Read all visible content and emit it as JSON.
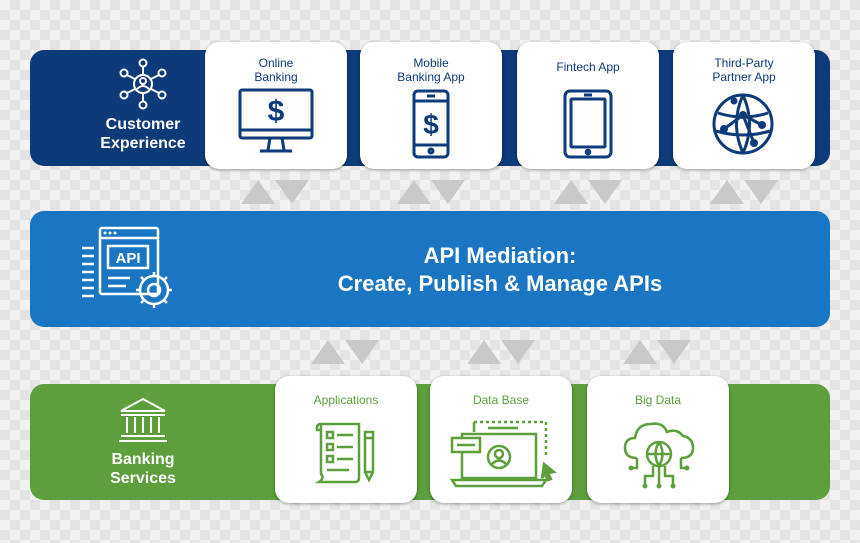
{
  "colors": {
    "customer_band": "#0d3a78",
    "api_band": "#1a76c2",
    "banking_band": "#5c9f3c",
    "arrow": "#c9c9c9",
    "card": "#ffffff"
  },
  "customer_experience": {
    "label_line1": "Customer",
    "label_line2": "Experience",
    "icon": "network-user-icon",
    "cards": [
      {
        "title": "Online\nBanking",
        "icon": "monitor-dollar-icon"
      },
      {
        "title": "Mobile\nBanking App",
        "icon": "phone-dollar-icon"
      },
      {
        "title": "Fintech App",
        "icon": "tablet-icon"
      },
      {
        "title": "Third-Party\nPartner App",
        "icon": "globe-network-icon"
      }
    ]
  },
  "api_mediation": {
    "badge": "API",
    "title_line1": "API Mediation:",
    "title_line2": "Create, Publish & Manage APIs",
    "icon": "api-gear-icon"
  },
  "banking_services": {
    "label_line1": "Banking",
    "label_line2": "Services",
    "icon": "bank-building-icon",
    "cards": [
      {
        "title": "Applications",
        "icon": "document-pencil-icon"
      },
      {
        "title": "Data Base",
        "icon": "laptop-profile-icon"
      },
      {
        "title": "Big Data",
        "icon": "cloud-globe-icon"
      }
    ]
  }
}
